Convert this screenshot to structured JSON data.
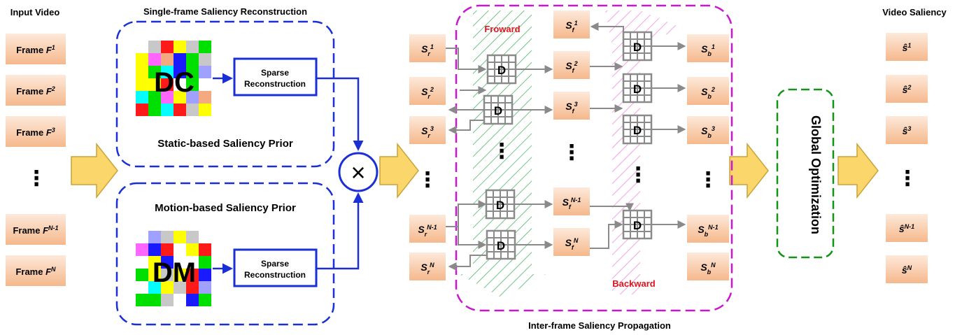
{
  "titles": {
    "input_video": "Input Video",
    "single_frame": "Single-frame Saliency Reconstruction",
    "static_prior": "Static-based Saliency Prior",
    "motion_prior": "Motion-based Saliency Prior",
    "inter_frame": "Inter-frame Saliency Propagation",
    "video_saliency": "Video Saliency",
    "global_opt": "Global Optimization",
    "forward": "Froward",
    "backward": "Backward"
  },
  "frames": [
    {
      "label": "Frame",
      "sym": "F",
      "sup": "1"
    },
    {
      "label": "Frame",
      "sym": "F",
      "sup": "2"
    },
    {
      "label": "Frame",
      "sym": "F",
      "sup": "3"
    },
    {
      "label": "Frame",
      "sym": "F",
      "sup": "N-1"
    },
    {
      "label": "Frame",
      "sym": "F",
      "sup": "N"
    }
  ],
  "ellipsis": "⋮",
  "dc": {
    "label": "DC",
    "process": "Sparse Reconstruction"
  },
  "dm": {
    "label": "DM",
    "process": "Sparse Reconstruction"
  },
  "multiply": "×",
  "d_label": "D",
  "sr": [
    {
      "sym": "S",
      "sub": "r",
      "sup": "1"
    },
    {
      "sym": "S",
      "sub": "r",
      "sup": "2"
    },
    {
      "sym": "S",
      "sub": "r",
      "sup": "3"
    },
    {
      "sym": "S",
      "sub": "r",
      "sup": "N-1"
    },
    {
      "sym": "S",
      "sub": "r",
      "sup": "N"
    }
  ],
  "sf": [
    {
      "sym": "S",
      "sub": "f",
      "sup": "1"
    },
    {
      "sym": "S",
      "sub": "f",
      "sup": "2"
    },
    {
      "sym": "S",
      "sub": "f",
      "sup": "3"
    },
    {
      "sym": "S",
      "sub": "f",
      "sup": "N-1"
    },
    {
      "sym": "S",
      "sub": "f",
      "sup": "N"
    }
  ],
  "sb": [
    {
      "sym": "S",
      "sub": "b",
      "sup": "1"
    },
    {
      "sym": "S",
      "sub": "b",
      "sup": "2"
    },
    {
      "sym": "S",
      "sub": "b",
      "sup": "3"
    },
    {
      "sym": "S",
      "sub": "b",
      "sup": "N-1"
    },
    {
      "sym": "S",
      "sub": "b",
      "sup": "N"
    }
  ],
  "out": [
    {
      "sym": "ŝ",
      "sup": "1"
    },
    {
      "sym": "ŝ",
      "sup": "2"
    },
    {
      "sym": "ŝ",
      "sup": "3"
    },
    {
      "sym": "ŝ",
      "sup": "N-1"
    },
    {
      "sym": "ŝ",
      "sup": "N"
    }
  ],
  "colors": {
    "box_fill_top": "#fde7d6",
    "box_fill_bottom": "#f6bb92",
    "blue": "#1a2fd6",
    "purple": "#c817cf",
    "green": "#149414",
    "arrow_fill": "#fbd66a",
    "arrow_stroke": "#c9a43a",
    "red_text": "#e0141e",
    "gray": "#8a8a8a"
  }
}
